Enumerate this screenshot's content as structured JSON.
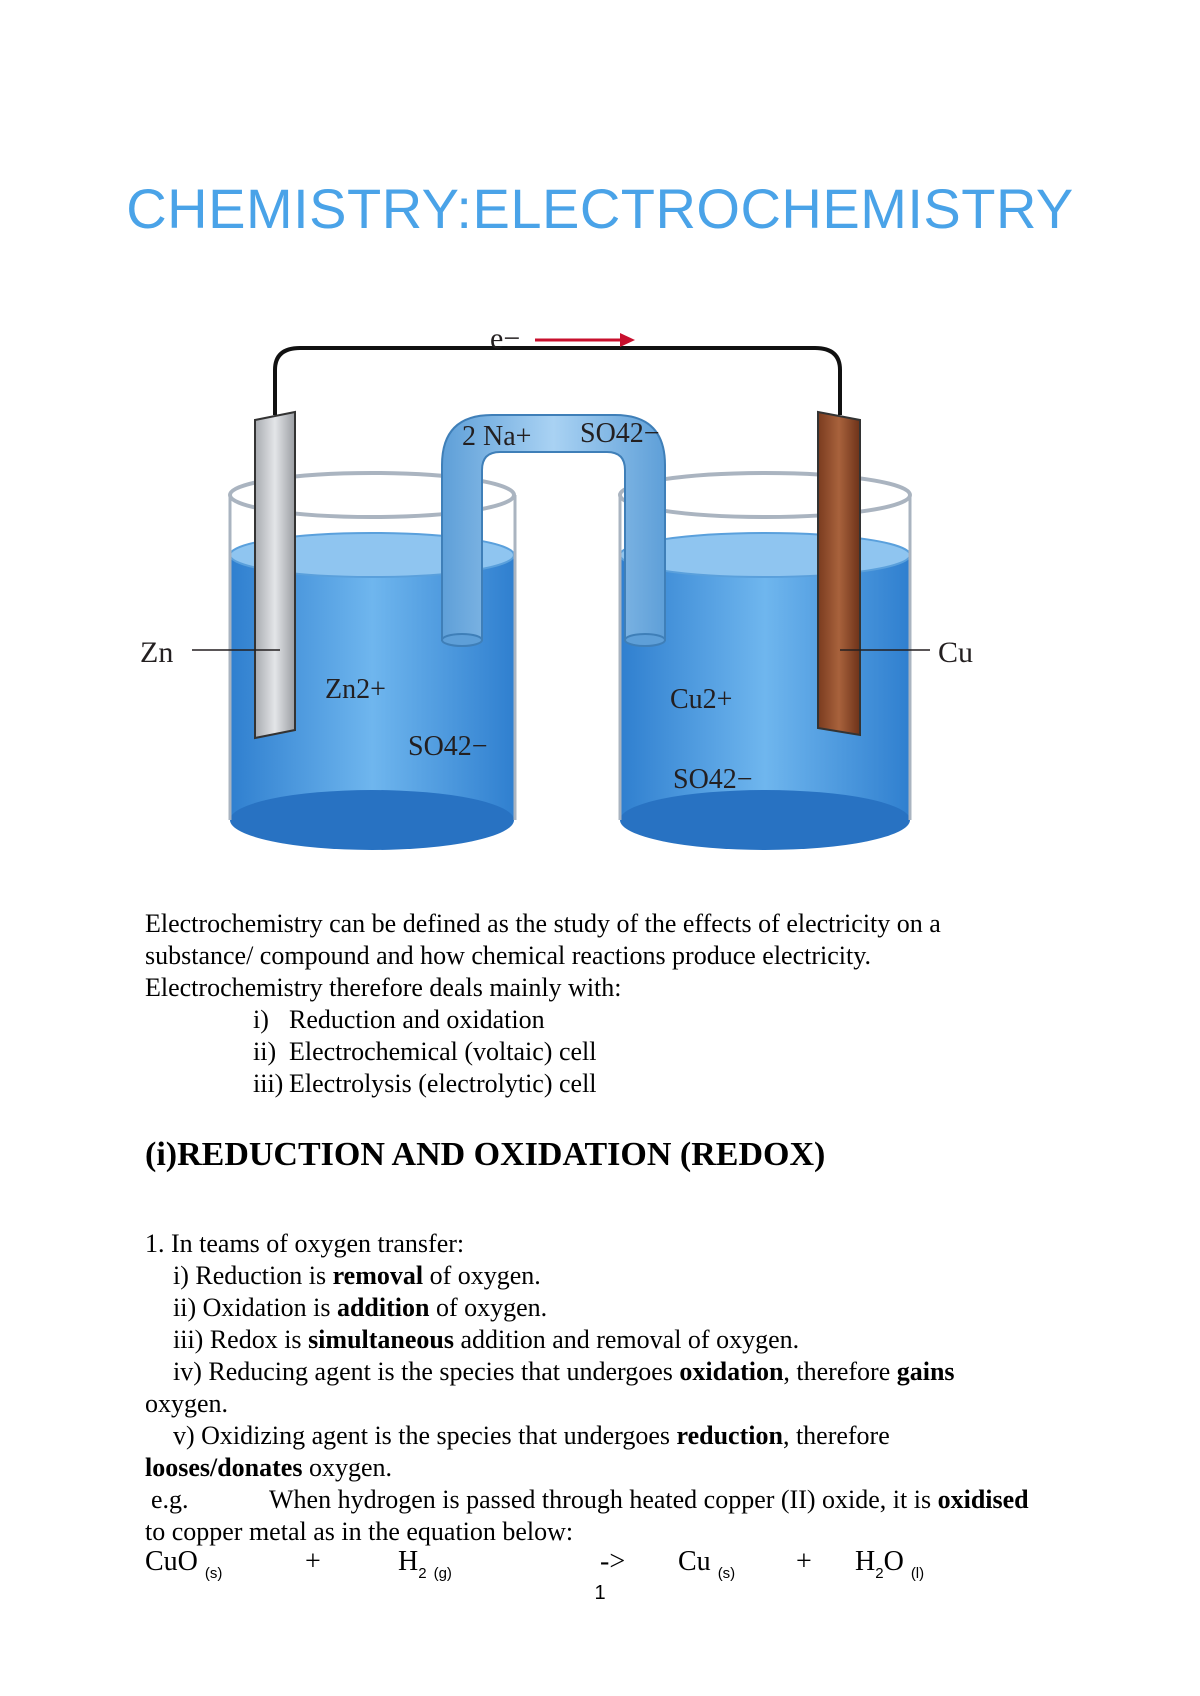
{
  "title": "CHEMISTRY:ELECTROCHEMISTRY",
  "diagram": {
    "electron_label": "e−",
    "bridge_ions": "2 Na+",
    "bridge_anion": "SO42−",
    "left_electrode": "Zn",
    "right_electrode": "Cu",
    "left_cation": "Zn2+",
    "right_cation": "Cu2+",
    "left_anion": "SO42−",
    "right_anion": "SO42−"
  },
  "intro": {
    "line1": "Electrochemistry can be defined as the study of the effects of electricity on a",
    "line2": "substance/ compound and how chemical reactions produce electricity.",
    "line3": "Electrochemistry therefore deals mainly with:",
    "list": [
      {
        "num": "i)",
        "text": "Reduction and oxidation"
      },
      {
        "num": "ii)",
        "text": "Electrochemical (voltaic) cell"
      },
      {
        "num": "iii)",
        "text": "Electrolysis (electrolytic) cell"
      }
    ]
  },
  "heading": "(i)REDUCTION AND OXIDATION (REDOX)",
  "section1": {
    "intro": "1. In teams of oxygen transfer:",
    "i_pre": "i) Reduction is ",
    "i_bold": "removal",
    "i_post": " of oxygen.",
    "ii_pre": "ii) Oxidation is ",
    "ii_bold": "addition",
    "ii_post": " of oxygen.",
    "iii_pre": "iii) Redox is ",
    "iii_bold": "simultaneous",
    "iii_post": " addition and removal of oxygen.",
    "iv_pre": "iv) Reducing agent is the species that undergoes ",
    "iv_bold1": "oxidation",
    "iv_mid": ", therefore ",
    "iv_bold2": "gains",
    "iv_cont": "oxygen.",
    "v_pre": "v) Oxidizing agent is the species that undergoes ",
    "v_bold1": "reduction",
    "v_mid": ", therefore",
    "v_bold2": "looses/donates",
    "v_post": " oxygen.",
    "eg": "e.g.",
    "eg_text": "When hydrogen is passed through heated copper (II) oxide, it is ",
    "eg_bold": "oxidised",
    "eg_cont": "to copper metal as in the equation below:"
  },
  "equation": {
    "cuo": "CuO",
    "cuo_state": "(s)",
    "plus1": "+",
    "h2": "H",
    "h2_sub": "2",
    "h2_state": "(g)",
    "arrow": "->",
    "cu": "Cu",
    "cu_state": "(s)",
    "plus2": "+",
    "h2o_h": "H",
    "h2o_sub": "2",
    "h2o_o": "O",
    "h2o_state": "(l)"
  },
  "page_number": "1",
  "colors": {
    "title": "#4aa3e8",
    "solution": "#3d8fd6",
    "copper": "#8b4a2b",
    "zinc": "#c9ccd1",
    "arrow": "#c8102e"
  }
}
